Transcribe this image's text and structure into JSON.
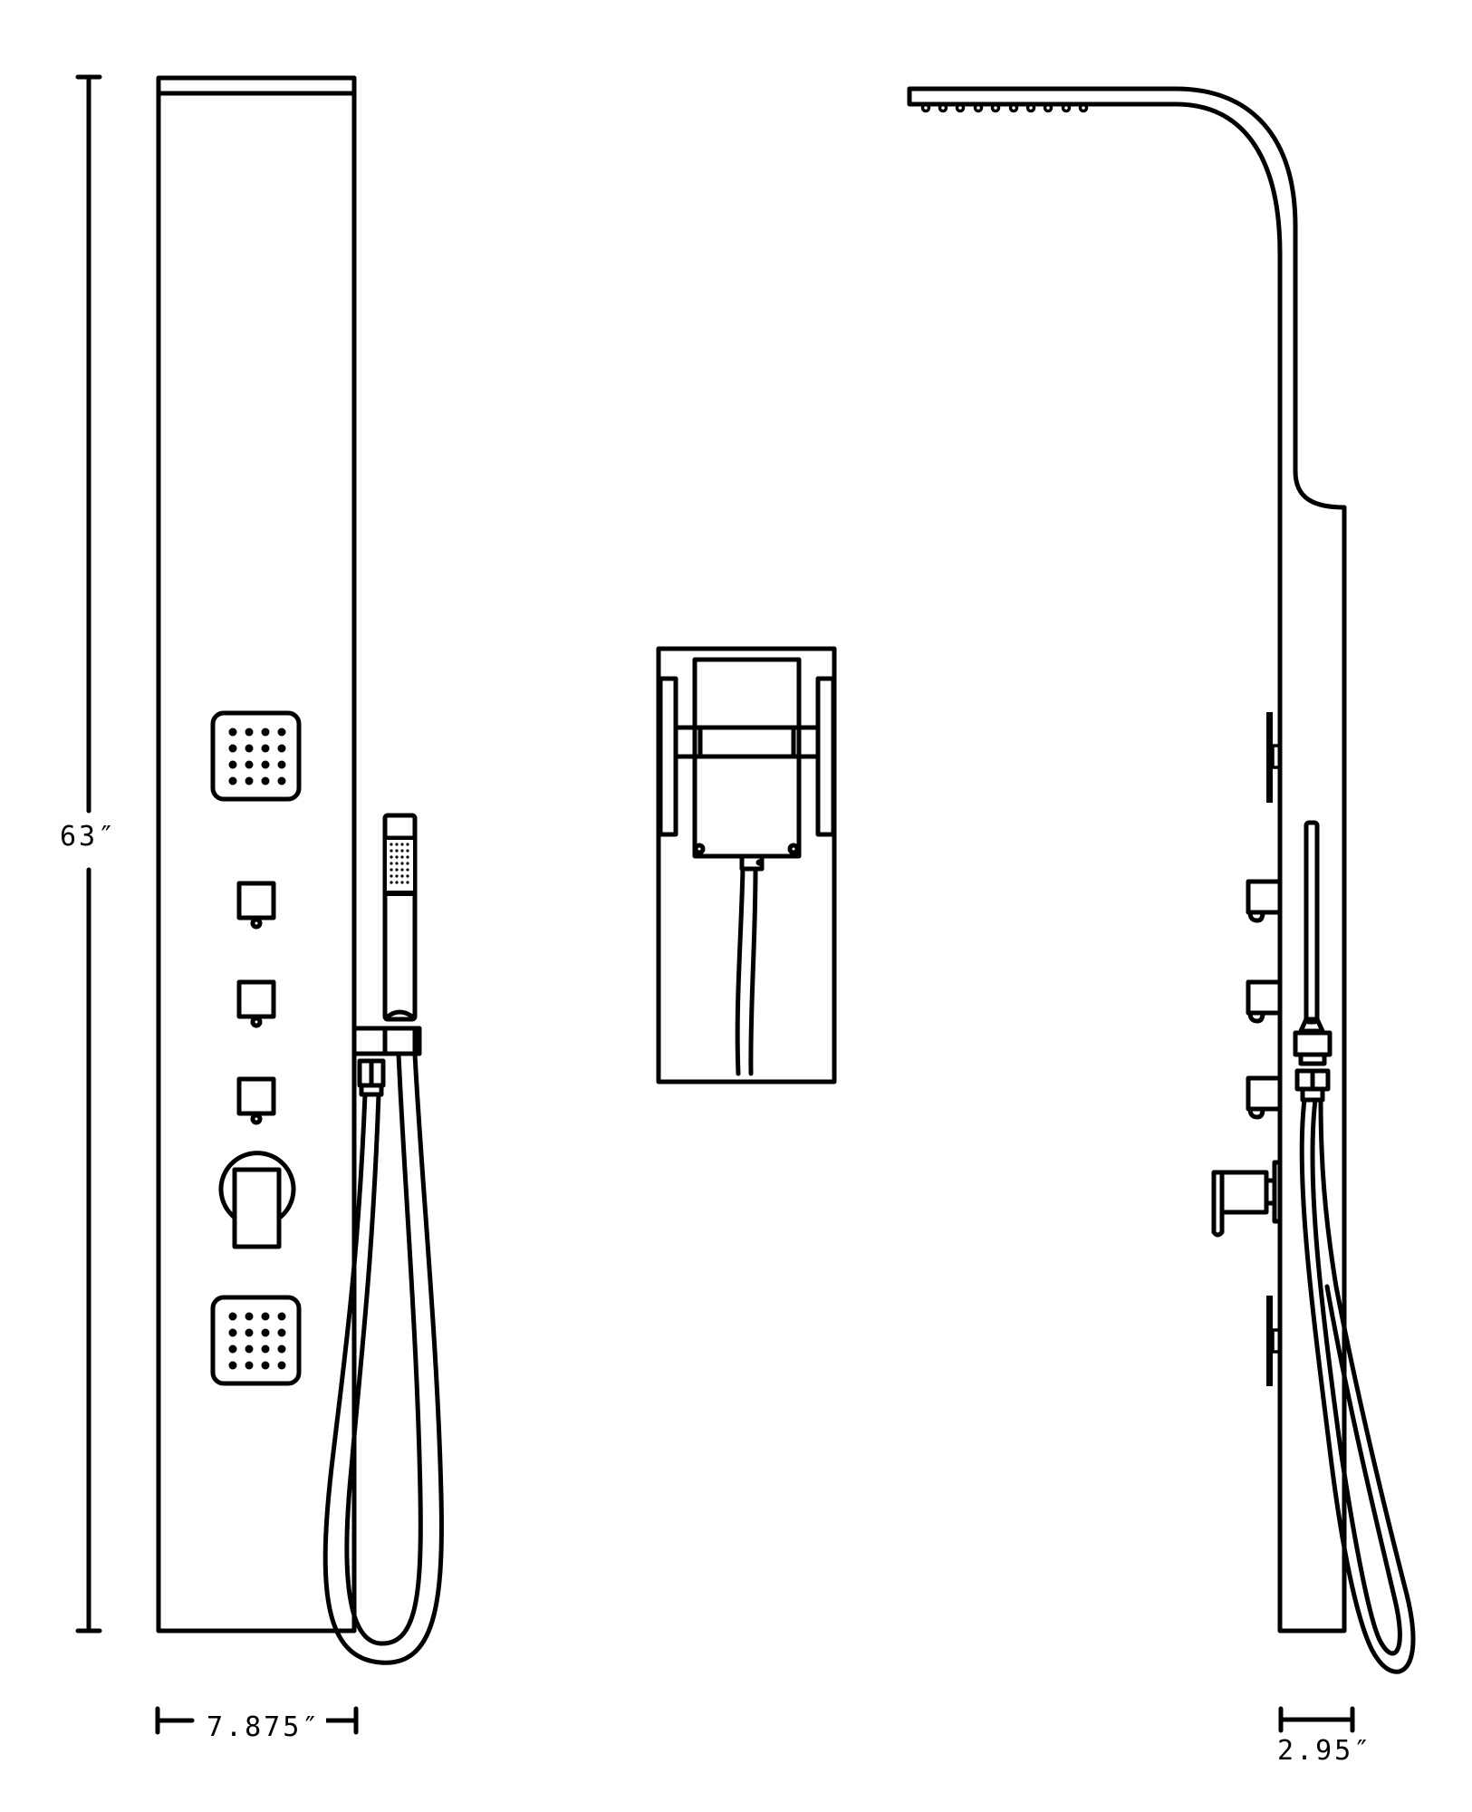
{
  "drawing": {
    "subject": "Shower panel dimension drawing",
    "views": [
      "front view",
      "mounting bracket view",
      "side view"
    ],
    "line_color": "#000000",
    "background_color": "#ffffff"
  },
  "dimensions": {
    "height": {
      "label": "63″",
      "value": 63,
      "unit": "in"
    },
    "width": {
      "label": "7.875″",
      "value": 7.875,
      "unit": "in"
    },
    "depth": {
      "label": "2.95″",
      "value": 2.95,
      "unit": "in"
    }
  },
  "front_view": {
    "body_jets": 2,
    "body_jet_nozzle_grid": "4x4",
    "diverter_buttons": 3,
    "handle": "mixing lever on round escutcheon",
    "hand_shower": "stick hand shower with hose"
  },
  "side_view": {
    "rain_head_nozzles": 10
  }
}
